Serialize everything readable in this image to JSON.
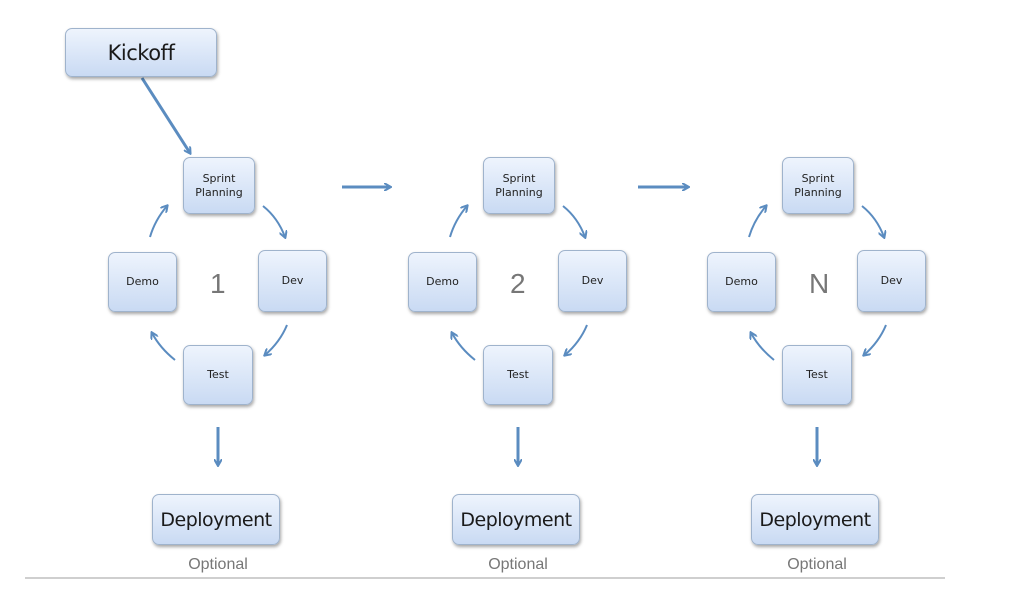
{
  "kickoff": {
    "label": "Kickoff"
  },
  "cycles": [
    {
      "number": "1",
      "sprint_planning": "Sprint Planning",
      "dev": "Dev",
      "test": "Test",
      "demo": "Demo",
      "deployment": "Deployment",
      "optional": "Optional"
    },
    {
      "number": "2",
      "sprint_planning": "Sprint Planning",
      "dev": "Dev",
      "test": "Test",
      "demo": "Demo",
      "deployment": "Deployment",
      "optional": "Optional"
    },
    {
      "number": "N",
      "sprint_planning": "Sprint Planning",
      "dev": "Dev",
      "test": "Test",
      "demo": "Demo",
      "deployment": "Deployment",
      "optional": "Optional"
    }
  ],
  "colors": {
    "arrow": "#5b8cc0",
    "box_top": "#eef4fd",
    "box_bottom": "#c9daf3"
  }
}
